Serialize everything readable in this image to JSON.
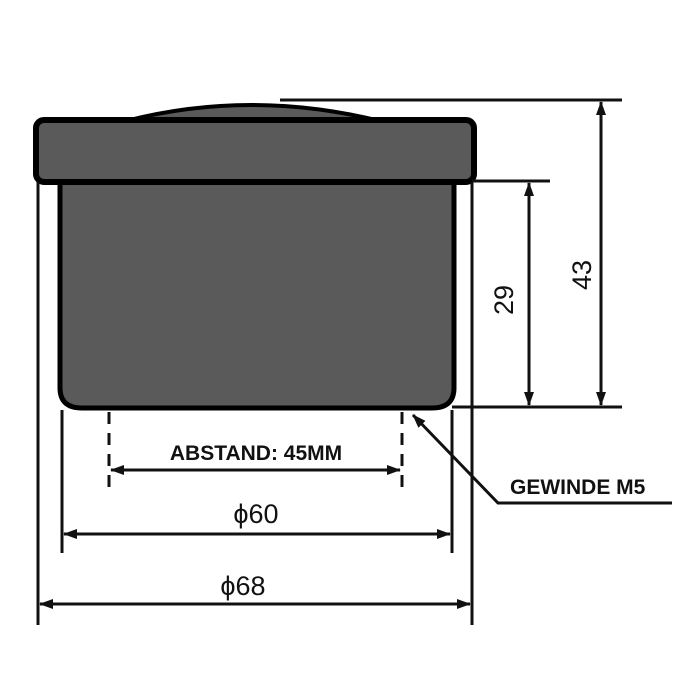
{
  "diagram": {
    "labels": {
      "spacing": "ABSTAND: 45MM",
      "thread": "GEWINDE M5",
      "inner_diameter": "ϕ60",
      "outer_diameter": "ϕ68",
      "body_height": "29",
      "total_height": "43"
    },
    "colors": {
      "body_fill": "#5a5a5a",
      "outline": "#000000",
      "line": "#111111",
      "background": "#ffffff"
    }
  }
}
